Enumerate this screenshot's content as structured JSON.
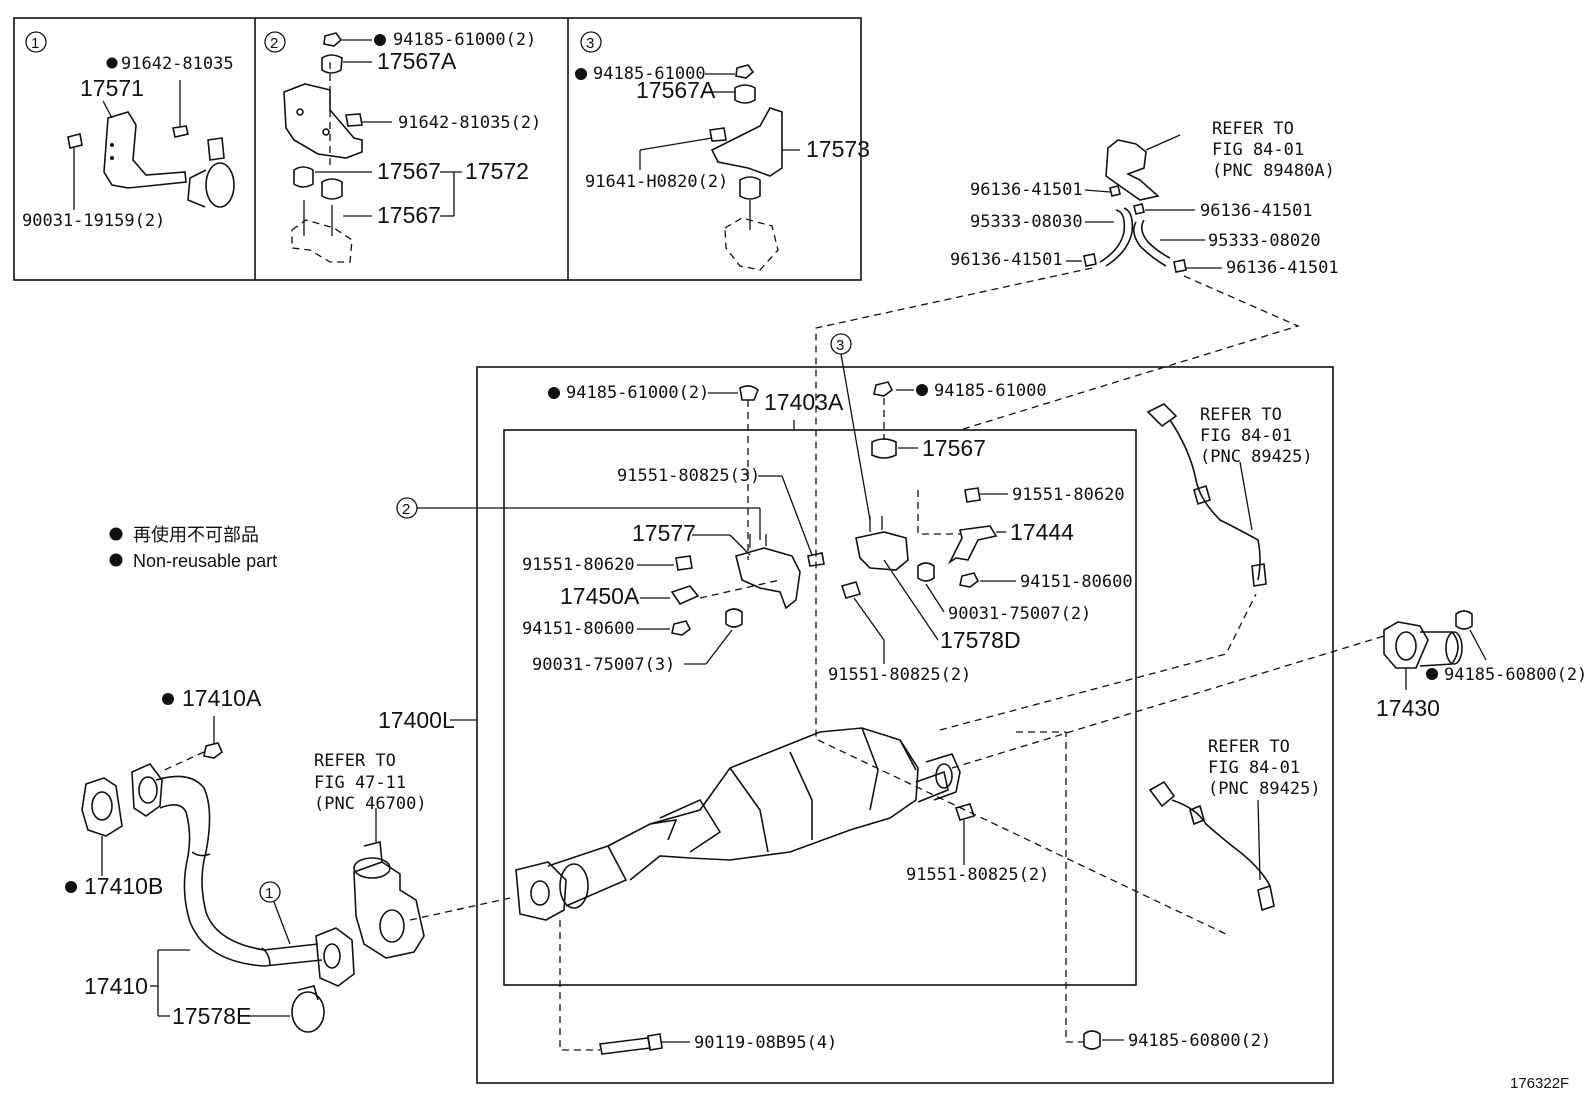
{
  "diagram": {
    "figure_code": "176322F",
    "legend": {
      "line1": "再使用不可部品",
      "line2": "Non-reusable part"
    },
    "insets": [
      {
        "index": "1"
      },
      {
        "index": "2"
      },
      {
        "index": "3"
      }
    ],
    "callout_labels": {
      "inset1_a": "91642-81035",
      "inset1_b": "17571",
      "inset1_c": "90031-19159(2)",
      "inset2_a": "94185-61000(2)",
      "inset2_b": "17567A",
      "inset2_c": "91642-81035(2)",
      "inset2_d": "17567",
      "inset2_e": "17572",
      "inset2_f": "17567",
      "inset3_a": "94185-61000",
      "inset3_b": "17567A",
      "inset3_c": "17573",
      "inset3_d": "91641-H0820(2)",
      "sensor_refer1": "REFER TO",
      "sensor_refer2": "FIG 84-01",
      "sensor_refer3": "(PNC 89480A)",
      "hose_a": "96136-41501",
      "hose_b": "96136-41501",
      "hose_c": "95333-08030",
      "hose_d": "95333-08020",
      "hose_e": "96136-41501",
      "hose_f": "96136-41501",
      "main_a": "94185-61000(2)",
      "main_b": "17403A",
      "main_c": "94185-61000",
      "main_d": "17567",
      "main_e": "91551-80825(3)",
      "main_f": "91551-80620",
      "main_g": "17577",
      "main_h": "91551-80620",
      "main_i": "17444",
      "main_j": "17450A",
      "main_k": "94151-80600",
      "main_l": "94151-80600",
      "main_m": "90031-75007(2)",
      "main_n": "90031-75007(3)",
      "main_o": "17578D",
      "main_p": "91551-80825(2)",
      "main_q": "91551-80825(2)",
      "main_r": "17400L",
      "main_s": "90119-08B95(4)",
      "main_t": "94185-60800(2)",
      "o2_refer1": "REFER TO",
      "o2_refer2": "FIG 84-01",
      "o2_refer3": "(PNC 89425)",
      "o2b_refer1": "REFER TO",
      "o2b_refer2": "FIG 84-01",
      "o2b_refer3": "(PNC 89425)",
      "tail_a": "94185-60800(2)",
      "tail_b": "17430",
      "front_a": "17410A",
      "front_b": "17410B",
      "front_c": "17410",
      "front_d": "17578E",
      "front_refer1": "REFER TO",
      "front_refer2": "FIG 47-11",
      "front_refer3": "(PNC 46700)"
    }
  }
}
